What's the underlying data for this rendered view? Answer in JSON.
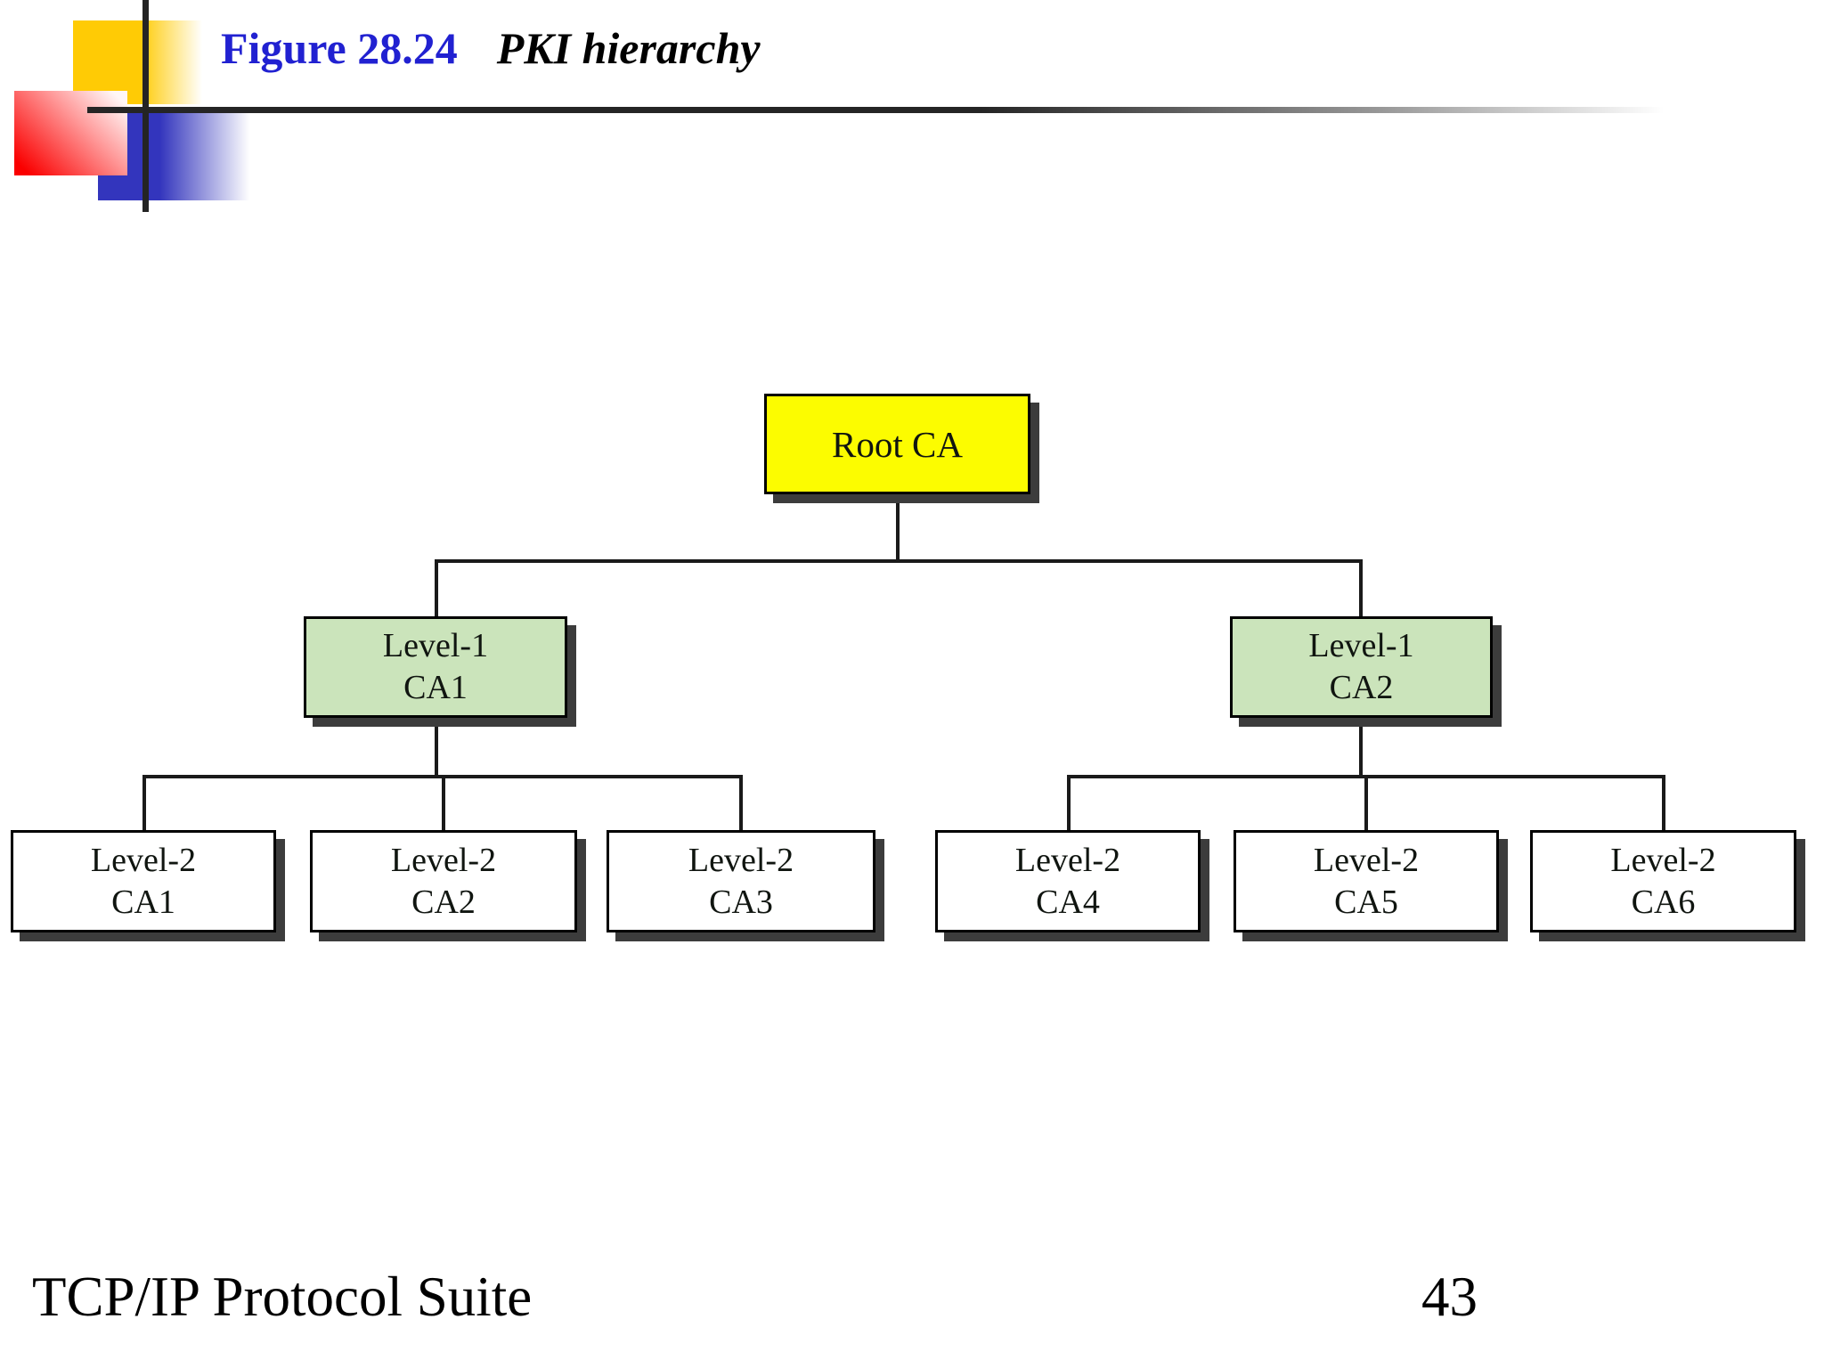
{
  "header": {
    "figure_label": "Figure 28.24",
    "figure_title": "PKI hierarchy",
    "label_color": "#2121d1"
  },
  "diagram": {
    "colors": {
      "root_fill": "#fcfc00",
      "level1_fill": "#cbe4bb",
      "level2_fill": "#ffffff",
      "shadow": "#3c3c3c",
      "connector": "#1a1a1a"
    },
    "root": {
      "label": "Root CA"
    },
    "level1_nodes": [
      {
        "line1": "Level-1",
        "line2": "CA1"
      },
      {
        "line1": "Level-1",
        "line2": "CA2"
      }
    ],
    "level2_nodes": [
      {
        "line1": "Level-2",
        "line2": "CA1"
      },
      {
        "line1": "Level-2",
        "line2": "CA2"
      },
      {
        "line1": "Level-2",
        "line2": "CA3"
      },
      {
        "line1": "Level-2",
        "line2": "CA4"
      },
      {
        "line1": "Level-2",
        "line2": "CA5"
      },
      {
        "line1": "Level-2",
        "line2": "CA6"
      }
    ]
  },
  "footer": {
    "book_title": "TCP/IP Protocol Suite",
    "page_number": "43"
  }
}
